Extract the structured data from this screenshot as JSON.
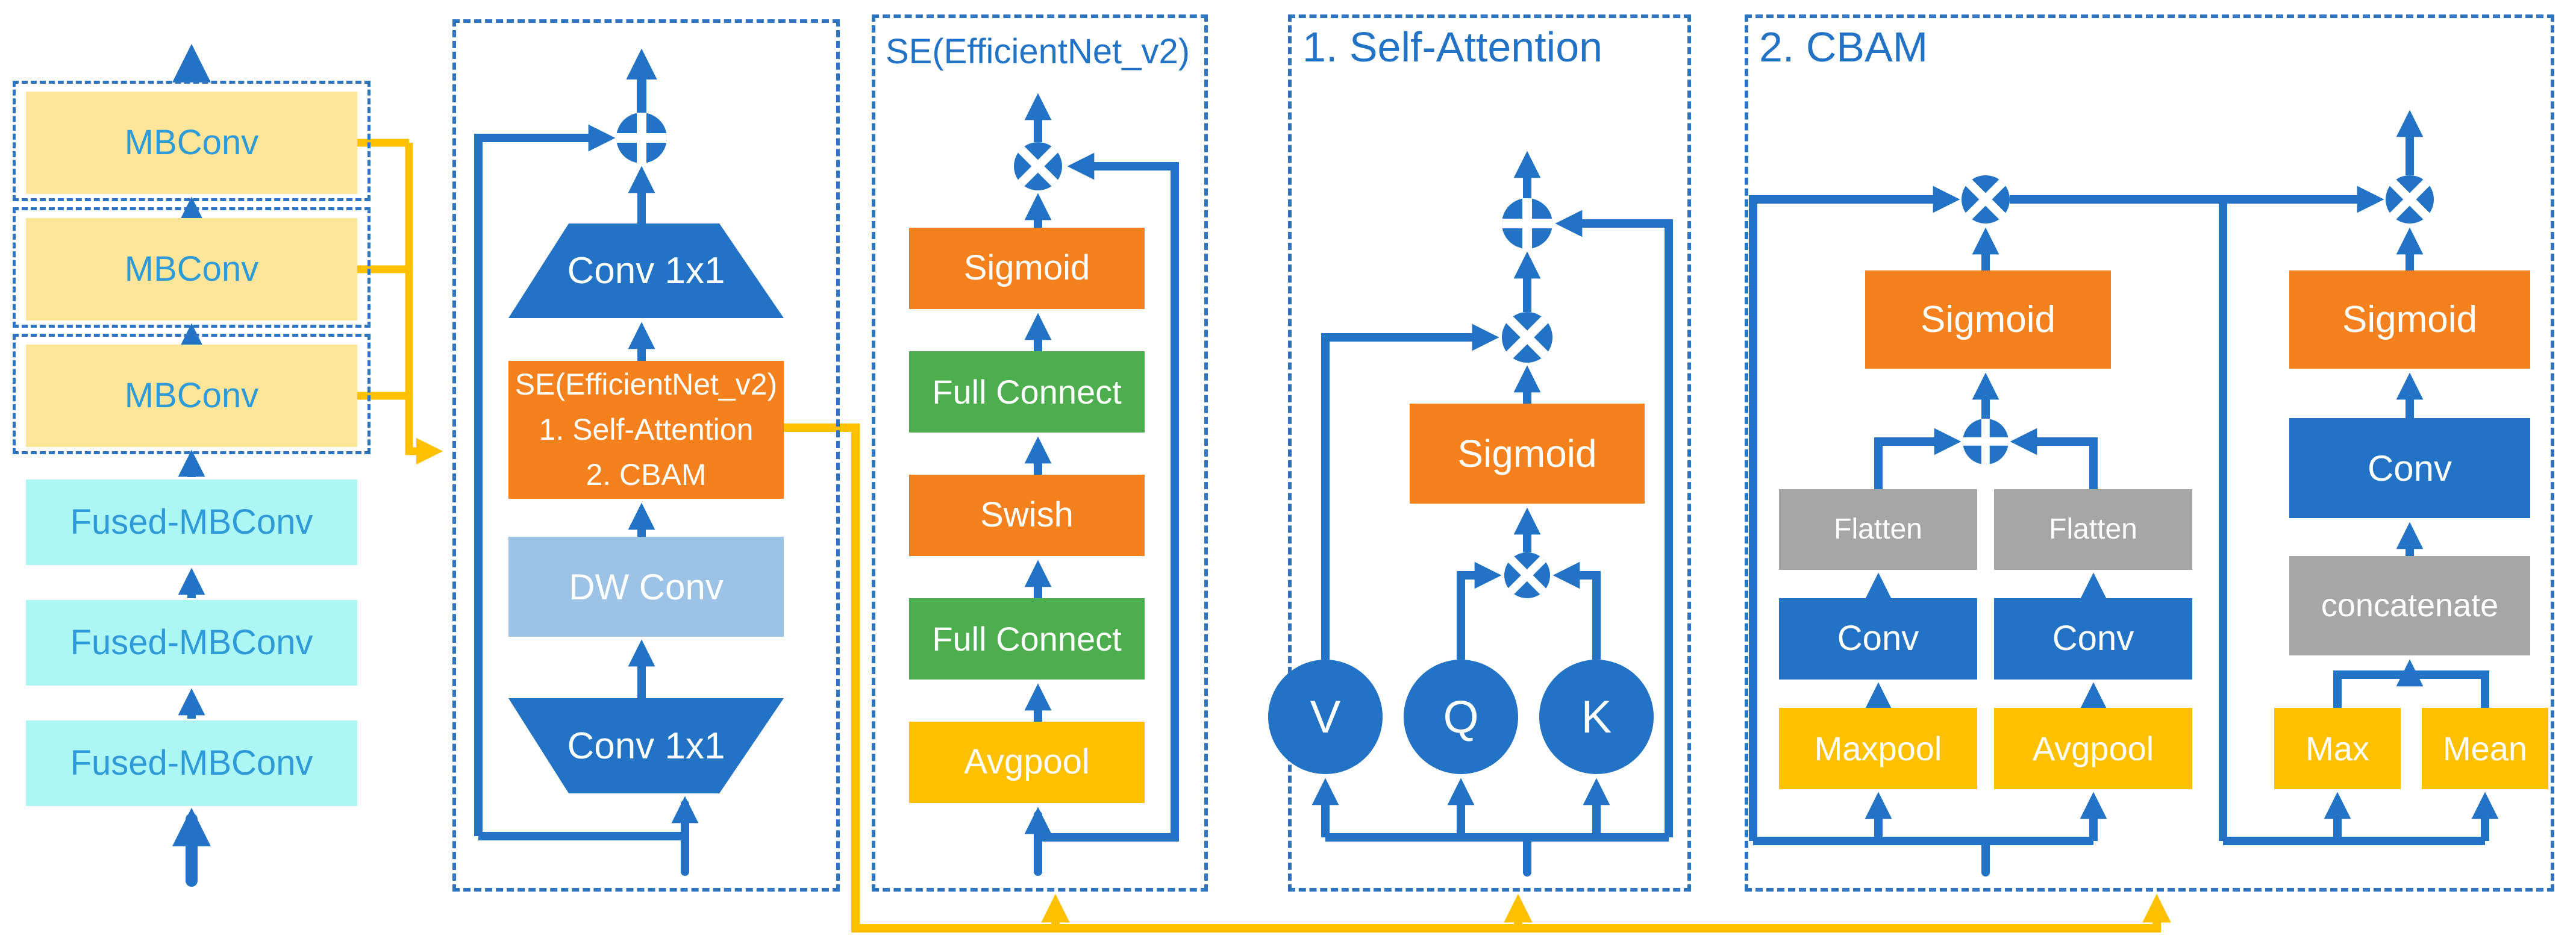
{
  "colors": {
    "line_blue": "#2272C5",
    "dash_blue": "#2E74C0",
    "connector_yellow": "#FFC000",
    "mbconv_fill": "#FDE699",
    "fused_fill": "#ACF6F4",
    "orange": "#F5801E",
    "green": "#4CAE4C",
    "gold": "#FFC000",
    "light_blue": "#9CC3E5",
    "gray": "#A6A6A6",
    "stack_text": "#2E9AD8"
  },
  "icons": {
    "multiply_op": "circle-with-x (element-wise multiply)",
    "add_op": "circle-with-plus (element-wise add)",
    "arrow": "flow-arrow"
  },
  "left_stack": {
    "mbconv": [
      "MBConv",
      "MBConv",
      "MBConv"
    ],
    "fused": [
      "Fused-MBConv",
      "Fused-MBConv",
      "Fused-MBConv"
    ]
  },
  "mbconv_detail": {
    "conv_top": "Conv 1x1",
    "se_line1": "SE(EfficientNet_v2)",
    "se_line2": "1. Self-Attention",
    "se_line3": "2. CBAM",
    "dw": "DW Conv",
    "conv_bottom": "Conv 1x1"
  },
  "se_panel": {
    "title": "SE(EfficientNet_v2)",
    "sigmoid": "Sigmoid",
    "fc1": "Full Connect",
    "swish": "Swish",
    "fc2": "Full Connect",
    "avgpool": "Avgpool"
  },
  "attention_panel": {
    "title": "1. Self-Attention",
    "sigmoid": "Sigmoid",
    "v": "V",
    "q": "Q",
    "k": "K"
  },
  "cbam_panel": {
    "title": "2. CBAM",
    "channel": {
      "sigmoid": "Sigmoid",
      "flatten1": "Flatten",
      "flatten2": "Flatten",
      "conv1": "Conv",
      "conv2": "Conv",
      "maxpool": "Maxpool",
      "avgpool": "Avgpool"
    },
    "spatial": {
      "sigmoid": "Sigmoid",
      "conv": "Conv",
      "concatenate": "concatenate",
      "max": "Max",
      "mean": "Mean"
    }
  }
}
